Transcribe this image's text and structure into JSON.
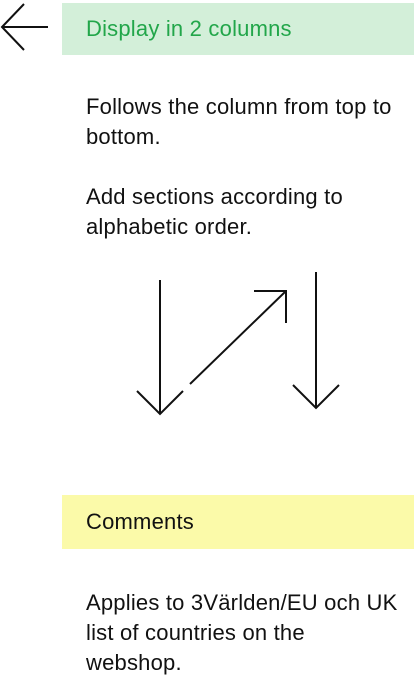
{
  "header": {
    "title": "Display in 2 columns",
    "accent_color": "#22a64a",
    "background_color": "#d3efd9"
  },
  "icons": {
    "back": "arrow-left-icon",
    "diagram": "column-flow-arrows-icon"
  },
  "body": {
    "paragraph_1": "Follows the column from top to bottom.",
    "paragraph_2": "Add sections according to alphabetic order."
  },
  "comments": {
    "title": "Comments",
    "background_color": "#fbfaa9",
    "text": "Applies to 3Världen/EU och UK list of countries on the webshop."
  }
}
